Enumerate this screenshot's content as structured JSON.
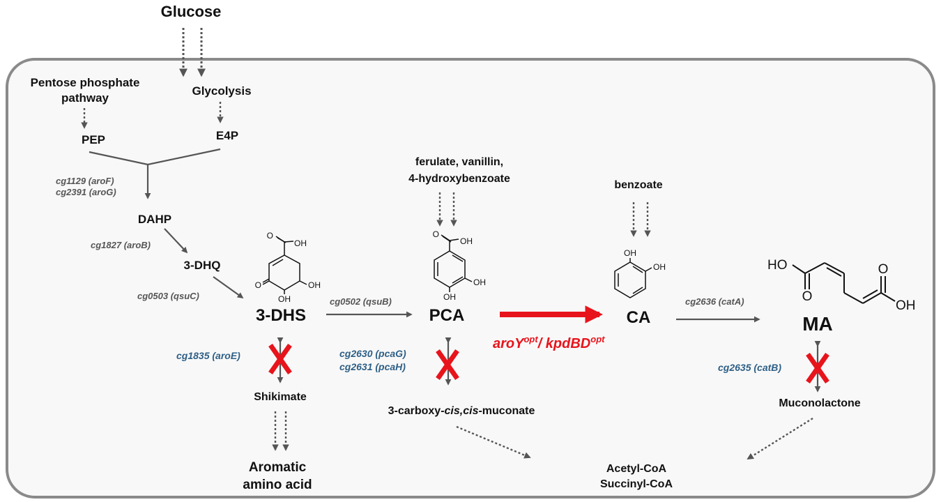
{
  "nodes": {
    "glucose": "Glucose",
    "ppp_line1": "Pentose phosphate",
    "ppp_line2": "pathway",
    "glycolysis": "Glycolysis",
    "pep": "PEP",
    "e4p": "E4P",
    "dahp": "DAHP",
    "dhq": "3-DHQ",
    "dhs": "3-DHS",
    "pca": "PCA",
    "ca": "CA",
    "ma": "MA",
    "shikimate": "Shikimate",
    "aromatic_line1": "Aromatic",
    "aromatic_line2": "amino acid",
    "carboxy_prefix": "3-carboxy-",
    "carboxy_italic": "cis,cis",
    "carboxy_suffix": "-muconate",
    "muconolactone": "Muconolactone",
    "acetyl_coa": "Acetyl-CoA",
    "succinyl_coa": "Succinyl-CoA",
    "ferulate_line1": "ferulate, vanillin,",
    "ferulate_line2": "4-hydroxybenzoate",
    "benzoate": "benzoate"
  },
  "genes": {
    "arof": "cg1129 (aroF)",
    "arog": "cg2391 (aroG)",
    "arob": "cg1827 (aroB)",
    "qsuc": "cg0503 (qsuC)",
    "qsub": "cg0502 (qsuB)",
    "catA": "cg2636 (catA)",
    "aroe": "cg1835  (aroE)",
    "pcag": "cg2630  (pcaG)",
    "pcah": "cg2631  (pcaH)",
    "catB": "cg2635 (catB)"
  },
  "heterologous": {
    "aroY": "aroY",
    "sup1": "opt",
    "sep": "/ kpdBD",
    "sup2": "opt"
  },
  "chem": {
    "oh": "OH",
    "ho": "HO",
    "o": "O"
  },
  "colors": {
    "native_gene": "#555555",
    "deleted_gene": "#2e5f86",
    "heterologous": "#e8141c",
    "arrow": "#555555",
    "cell_border": "#8a8a8a"
  },
  "icons": {
    "deletion": "red-x-icon"
  }
}
